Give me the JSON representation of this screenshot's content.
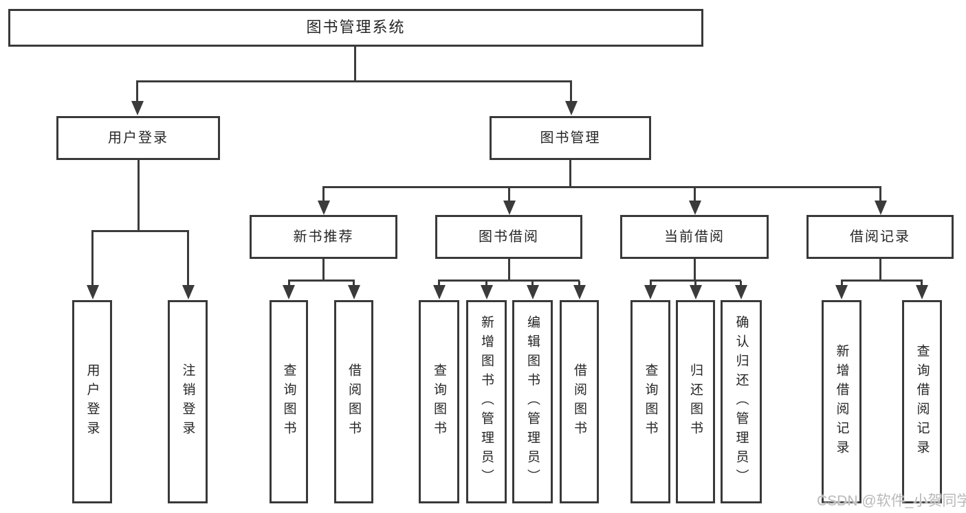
{
  "tree": {
    "label": "图书管理系统",
    "children": [
      {
        "label": "用户登录",
        "children": [
          {
            "label": "用户登录"
          },
          {
            "label": "注销登录"
          }
        ]
      },
      {
        "label": "图书管理",
        "children": [
          {
            "label": "新书推荐",
            "children": [
              {
                "label": "查询图书"
              },
              {
                "label": "借阅图书"
              }
            ]
          },
          {
            "label": "图书借阅",
            "children": [
              {
                "label": "查询图书"
              },
              {
                "label": "新增图书（管理员）"
              },
              {
                "label": "编辑图书（管理员）"
              },
              {
                "label": "借阅图书"
              }
            ]
          },
          {
            "label": "当前借阅",
            "children": [
              {
                "label": "查询图书"
              },
              {
                "label": "归还图书"
              },
              {
                "label": "确认归还（管理员）"
              }
            ]
          },
          {
            "label": "借阅记录",
            "children": [
              {
                "label": "新增借阅记录"
              },
              {
                "label": "查询借阅记录"
              }
            ]
          }
        ]
      }
    ]
  },
  "watermark": "CSDN @软件_小贺同学",
  "colors": {
    "line": "#3b3b3b",
    "border": "#393939",
    "text": "#262626",
    "watermark": "#b9b9b9",
    "background": "#ffffff"
  }
}
